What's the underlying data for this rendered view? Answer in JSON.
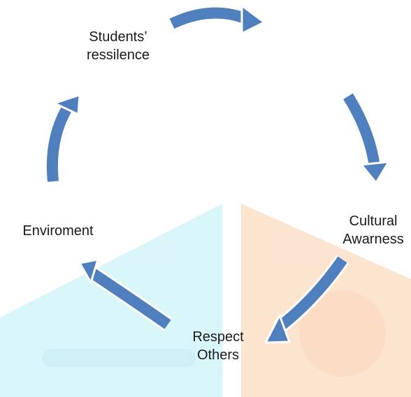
{
  "colors": {
    "arrow_fill": "#4f80bd",
    "arrow_outline": "#ffffff",
    "watermark_cyan": "#d8f6fb",
    "watermark_orange": "#fce4cd",
    "text": "#1a1a1a"
  },
  "nodes": {
    "resilience": {
      "line1": "Students’",
      "line2": "ressilence"
    },
    "cultural": {
      "line1": "Cultural",
      "line2": "Awarness"
    },
    "respect": {
      "line1": "Respect",
      "line2": "Others"
    },
    "environment": {
      "line1": "Enviroment"
    }
  },
  "arrows": [
    {
      "from": "resilience",
      "to": "cultural",
      "icon": "curved-arrow"
    },
    {
      "from": "cultural",
      "to": "respect",
      "icon": "curved-arrow"
    },
    {
      "from": "respect",
      "to": "environment",
      "icon": "curved-arrow"
    },
    {
      "from": "environment",
      "to": "resilience",
      "icon": "curved-arrow"
    }
  ],
  "watermark": {
    "icon": "watermark-logo"
  }
}
